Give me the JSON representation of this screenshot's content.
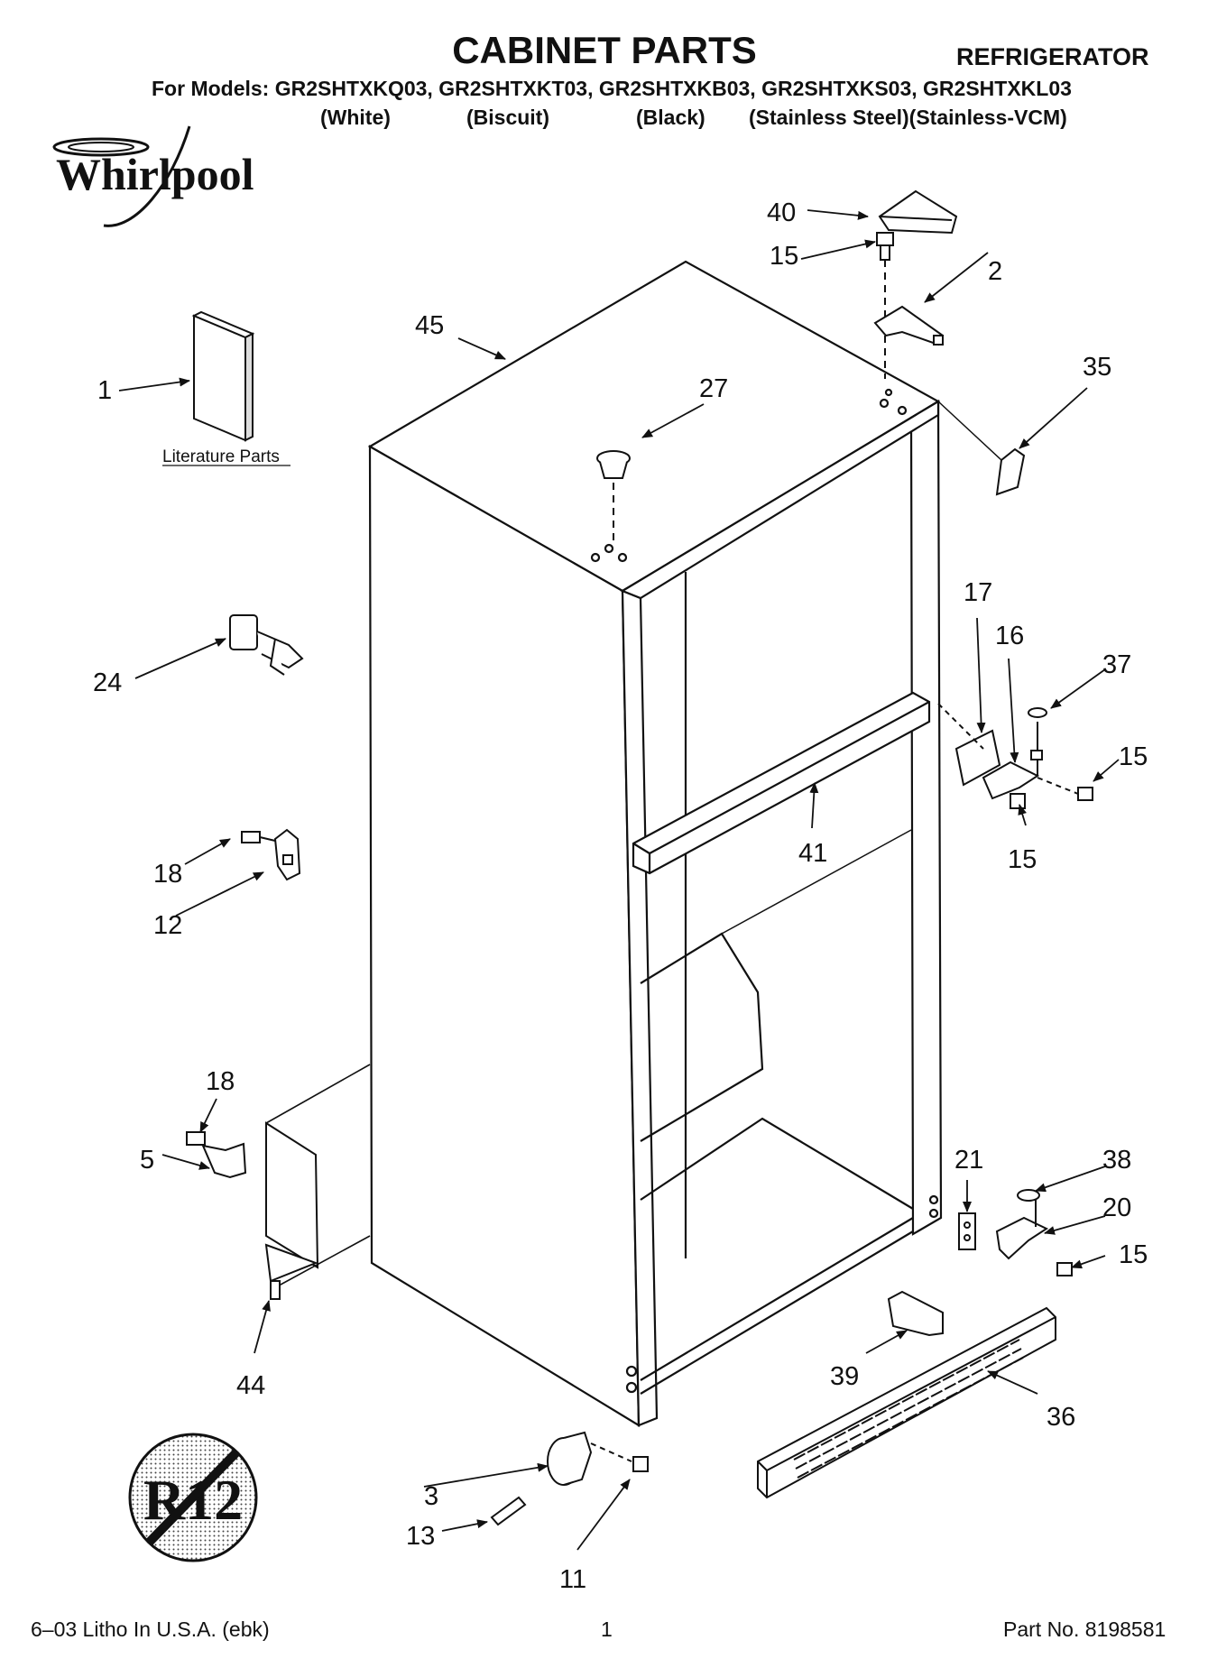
{
  "header": {
    "title": "CABINET PARTS",
    "category": "REFRIGERATOR",
    "models_line": "For Models: GR2SHTXKQ03, GR2SHTXKT03, GR2SHTXKB03, GR2SHTXKS03, GR2SHTXKL03",
    "variants": [
      "(White)",
      "(Biscuit)",
      "(Black)",
      "(Stainless Steel)(Stainless-VCM)"
    ]
  },
  "brand": {
    "logo_text": "Whirlpool"
  },
  "literature_label": "Literature Parts",
  "r12_badge": "R12",
  "callouts": {
    "c1": "1",
    "c2": "2",
    "c3": "3",
    "c5": "5",
    "c11": "11",
    "c12": "12",
    "c13": "13",
    "c15a": "15",
    "c15b": "15",
    "c15c": "15",
    "c15d": "15",
    "c16": "16",
    "c17": "17",
    "c18a": "18",
    "c18b": "18",
    "c20": "20",
    "c21": "21",
    "c24": "24",
    "c27": "27",
    "c35": "35",
    "c36": "36",
    "c37": "37",
    "c38": "38",
    "c39": "39",
    "c40": "40",
    "c41": "41",
    "c44": "44",
    "c45": "45"
  },
  "footer": {
    "left": "6–03 Litho In U.S.A. (ebk)",
    "center": "1",
    "right": "Part No. 8198581"
  }
}
